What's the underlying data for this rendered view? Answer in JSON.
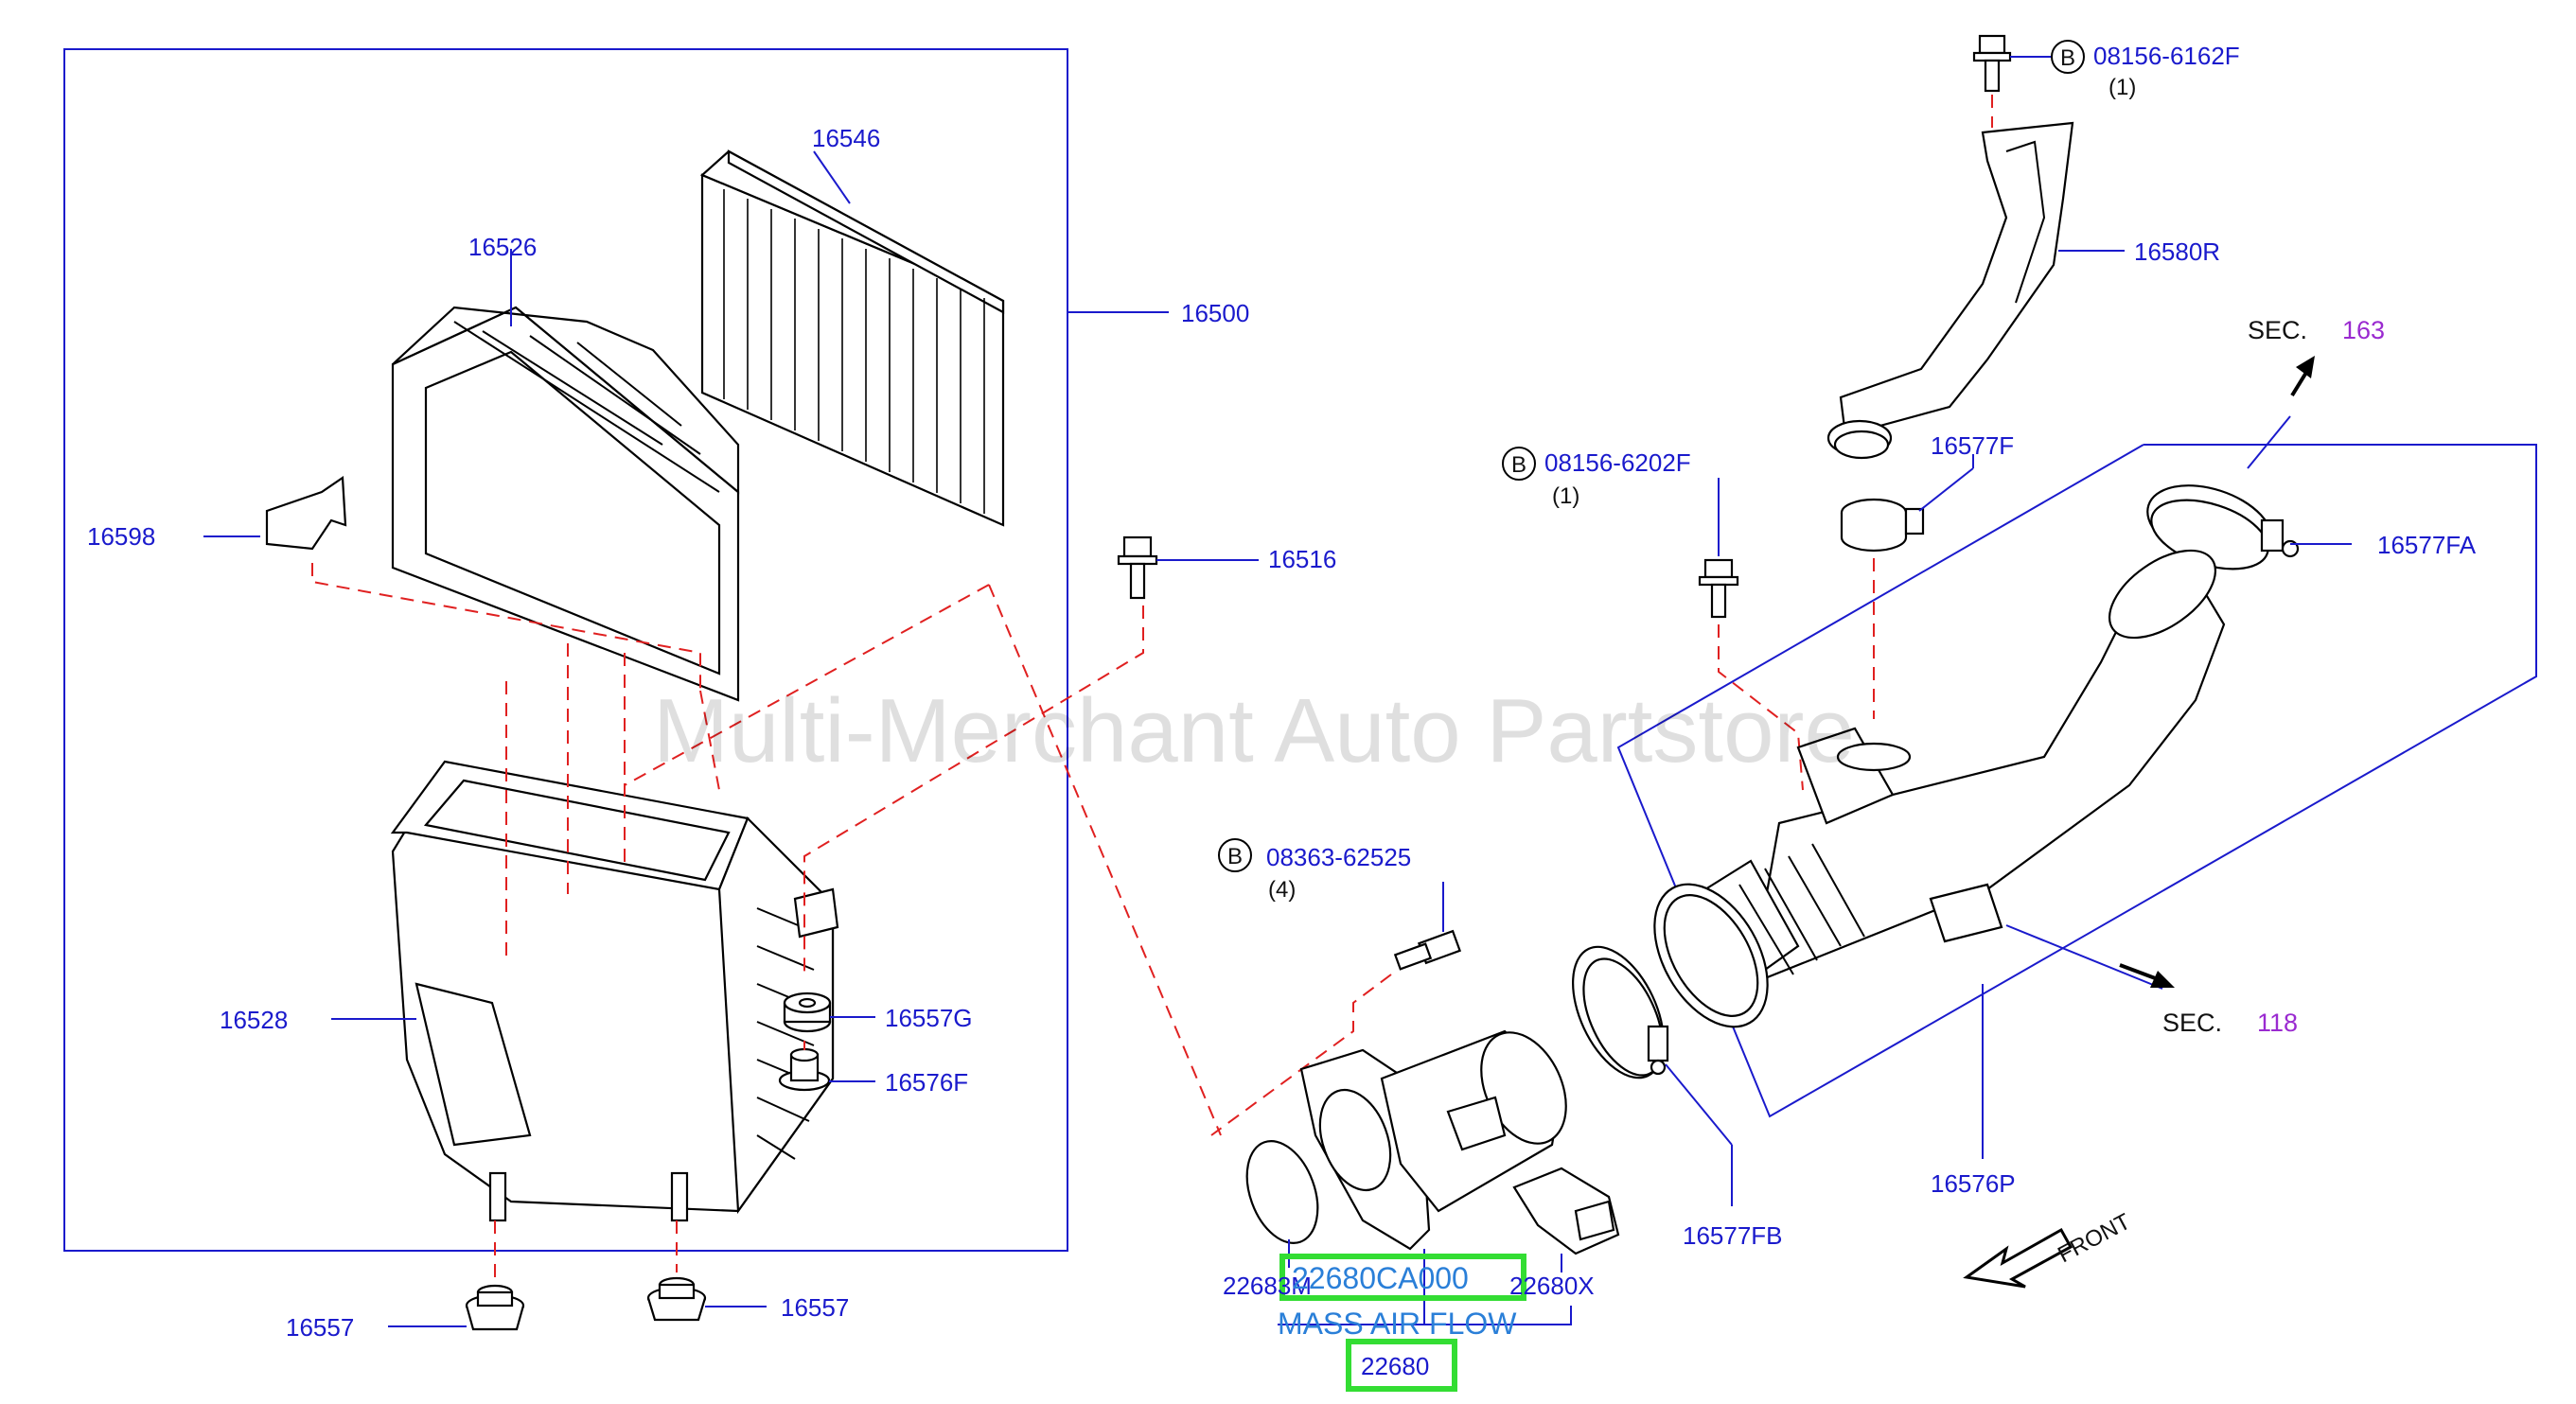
{
  "watermark": "Multi-Merchant Auto Partstore",
  "diagram_id": "J16500HU",
  "labels": {
    "p16546": "16546",
    "p16526": "16526",
    "p16500": "16500",
    "p16598": "16598",
    "p16516": "16516",
    "p16528": "16528",
    "p16557G": "16557G",
    "p16576F": "16576F",
    "p16557a": "16557",
    "p16557b": "16557",
    "bolt1": "08156-6162F",
    "bolt1_qty": "(1)",
    "p16580R": "16580R",
    "sec163_a": "SEC.",
    "sec163_b": "163",
    "bolt2": "08156-6202F",
    "bolt2_qty": "(1)",
    "p16577F": "16577F",
    "p16577FA": "16577FA",
    "bolt3": "08363-62525",
    "bolt3_qty": "(4)",
    "sec118_a": "SEC.",
    "sec118_b": "118",
    "p22683": "22683M",
    "p22680CA000": "22680CA000",
    "p22680X": "22680X",
    "maf": "MASS AIR FLOW",
    "p22680": "22680",
    "p16577FB": "16577FB",
    "p16576P": "16576P",
    "front": "FRONT",
    "b_mark": "B"
  }
}
